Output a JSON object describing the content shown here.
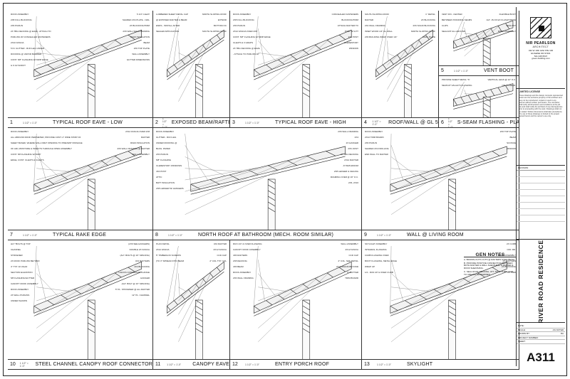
{
  "details": [
    {
      "num": "1",
      "scale": "1 1/2\" = 1'-0\"",
      "title": "TYPICAL ROOF EAVE - LOW",
      "notes": [
        "ROOF ASSEMBLY",
        "2X8 FULL BLOCKING",
        "2X6 PURLIN",
        "2X TBG DECKING @ EAVE - ATTACH TO",
        "PURLINS W/ CONCEALED FASTENERS",
        "2X10 FASCIA",
        "5 IN. GUTTER - RUN LEG UNDER",
        "ROOFING @ VAPOR BARRIER",
        "CONT. 5/8\" FLASHING W/ DRIP EDGE",
        "& 9 1/2 SOFFIT",
        "5 1/4\" CLEAT",
        "SHARED 2X4 PLATE - NAIL",
        "2X BLOCKING/TRIM",
        "2X6 WALL WALL FRAMING",
        "RIGID INSULATION",
        "BEAM",
        "2X6 TOP PLATE",
        "WALL ASSEMBLY",
        "GUTTER DIMENSIONS"
      ]
    },
    {
      "num": "2",
      "scale": "1 1/2\" = 1'-0\"",
      "title": "EXPOSED BEAM/RAFTER",
      "notes": [
        "LUMBERED SHEET METAL CAP",
        "@ EXPOSED RAFTER & BEAM",
        "ENDS - INSTALL AFTER",
        "SEALER APPLICATION",
        "NORTH SLOPING ROOF",
        "EXTEND",
        "BOTTOM OC",
        "SOUTH SLOPING ROOF"
      ]
    },
    {
      "num": "3",
      "scale": "1 1/2\" = 1'-0\"",
      "title": "TYPICAL ROOF EAVE - HIGH",
      "notes": [
        "ROOF ASSEMBLY",
        "2X8 FULL BLOCKING",
        "2X6 PURLIN",
        "2X12 FASCIA OVER 2X8",
        "CONT. 5/8\" FLASHING W/ DRIP EDGE",
        "CLEATS & 3 GRAPS",
        "2X TBG DECKING @ EAVE",
        "- ATTACH TO PURLINS W/",
        "CONCEALED FASTENERS",
        "BLOCKING/TRIM",
        "ATTACH RAFTER TO",
        "POST W/ HTT",
        "2X6 POST",
        "CLERESTORY",
        "WINDOW"
      ]
    },
    {
      "num": "4",
      "scale": "1 1/2\" = 1'-0\"",
      "title": "ROOF/WALL @ GL 5",
      "notes": [
        "SOUTH SLOPING ROOF",
        "RAFTER",
        "2X4 WALL FRAMING",
        "INSET WOOD 1/4\" GL WALL",
        "2X6 BUILDING WRAP OVER 1/4\"",
        "1\" DETAIL",
        "2X BLOCKING",
        "2X6 SOLID BLOCKING",
        "NORTH SLOPING ROOF",
        "WALL PLATE"
      ]
    },
    {
      "num": "5",
      "scale": "1 1/2\" = 1'-0\"",
      "title": "VENT BOOT",
      "notes": [
        "VENT FIN - CENTER",
        "BETWEEN STANDING SEAMS",
        "CLIPS",
        "SEALANT ALL AROUND",
        "FLEXIBLE BOOT",
        "ALT. JS OF EX FLASHTOPIKE",
        "SEALANT",
        "ROOF ASSEMBLY"
      ]
    },
    {
      "num": "6",
      "scale": "1 1/2\" = 1'-0\"",
      "title": "S-SEAM FLASHING - PLAN",
      "notes": [
        "PROVIDE SHEET METAL \"S\"",
        "SEAM AT VALLEYS FLASHING",
        "VERTICAL LEGS @ 12\" O.C.",
        "OR AS REQD."
      ]
    },
    {
      "num": "7",
      "scale": "1 1/2\" = 1'-0\"",
      "title": "TYPICAL RAKE EDGE",
      "notes": [
        "ROOF ASSEMBLY",
        "ALL ABOUND ROOF PERIMETER, PROVIDE CONT. 2\" WIDE STRIP OF",
        "SHEET BASED, WHERE WALL FRET OPENING TO PREVENT PASSAGE",
        "OF AIR, MOISTURE & INSECTS THROUGH OPEN ASSEMBLY.",
        "CONT. 5/8 FLASHING W/ DRIP",
        "EDGE, CONT. CLEATS & CLEATS",
        "2X12 FASCIA OVER 2X8",
        "RAFTER",
        "RIGID INSULATION",
        "2X6 WALL FRAMING @ RAFTER",
        "WALL ASSEMBLY"
      ]
    },
    {
      "num": "8",
      "scale": "1 1/2\" = 1'-0\"",
      "title": "NORTH ROOF AT BATHROOM (MECH. ROOM SIMILAR)",
      "notes": [
        "ROOF ASSEMBLY",
        "GUTTER - RUN LEG",
        "UNDER ROOFING @",
        "BLDG. PAPER",
        "2X6 PURLIN",
        "5/8\" FLASHING",
        "CLERESTORY WINDOWS",
        "4X4 POST",
        "ATTIC",
        "BATT INSULATION",
        "2X8 LEDGER W/ HANGERS",
        "2X6 WALL FRAMING",
        "2X4",
        "2X HANGER",
        "2X6 JOIST",
        "2X TBG DECKING",
        "2X12 RAFTER",
        "AT BATHROOM",
        "2X8 LEDGER & CEILING",
        "FRAMING OVER @ 16\" O.C.",
        "2X6, 2X16"
      ]
    },
    {
      "num": "9",
      "scale": "1 1/2\" = 1'-0\"",
      "title": "WALL @ LIVING ROOM",
      "notes": [
        "ROOF ASSEMBLY",
        "2X12 TRIM BOARD",
        "2X6 PURLIN",
        "SHARED 2X4 INFILLING",
        "END WALL TO RAFTER",
        "2X6 TOP PLATE",
        "BEAM",
        "SCONCE",
        "WINDOW"
      ]
    },
    {
      "num": "10",
      "scale": "1 1/2\" = 1'-0\"",
      "title": "STEEL CHANNEL CANOPY ROOF CONNECTOR",
      "notes": [
        "HLT \"BOLTS @ TOP",
        "CHANNEL",
        "STIFFENER",
        "2X ROOF PURLINS BEYOND",
        "4\" TYP. 10 VALID",
        "SECTION ELEVATION",
        "5/8 FLASHING/GUTTER",
        "CANOPY ROOF ASSEMBLY",
        "ROOF ASSEMBLY",
        "2X WALL PURLINS",
        "UNDER SHOWN",
        "(2X6 SEE HANGERS)",
        "DOUBLE 2X FASCIA",
        "(ALT. BOLTS @ 16\" SPACING)",
        "4X4 RAFTERS",
        "4X4 BLOCKING",
        "H-ECKS CONCEALED FLANGE",
        "HANGER",
        "(ALT. BOLT @ 16\" SPACING)",
        "5\" PL. STIFFENER @ ALL RAFTER",
        "12\" PL. CHANNEL"
      ]
    },
    {
      "num": "11",
      "scale": "1 1/2\" = 1'-0\"",
      "title": "CANOPY EAVE",
      "notes": [
        "PLAN DETAIL",
        "2X12 FASCIA",
        "5\" TIMBERLOK SCREWS",
        "(TO 3\" SPREAD INTO BEAM",
        "4X4 RAFTER",
        "2X12 FASCIA",
        "CCD CAP",
        "2\" COL TYP. COL"
      ]
    },
    {
      "num": "12",
      "scale": "1 1/2\" = 1'-0\"",
      "title": "ENTRY PORCH ROOF",
      "notes": [
        "RUN 1/4\" & OVER FLASHING",
        "CANOPY ROOF ASSEMBLY",
        "4X6 RAFTERS",
        "2X8 DECKING",
        "4X6 BEAM",
        "ROOF ASSEMBLY",
        "2X6 WALL FRAMING",
        "WALL ASSEMBLY",
        "2X12 FASCIA",
        "CCD CAP",
        "2\" COL. SEE DETAIL",
        "2X PURLINS BEYOND",
        "5\" GUTTER",
        "TRIM BOARD"
      ]
    },
    {
      "num": "13",
      "scale": "1 1/2\" = 1'-0\"",
      "title": "SKYLIGHT",
      "notes": [
        "SKYLIGHT ASSEMBLY",
        "INTEGRAL FLASHING",
        "CURB FLASHING OVER",
        "BOOT FLASHING, METAL EDGE",
        "WRAP UP",
        "1/4 - RUN UP & OVER CURB",
        "2X CURB",
        "OFF. RD.",
        "ROOF ASSEMBLY",
        "2X RAFTERS",
        "2X BLOCKING",
        "2X TRIM"
      ]
    }
  ],
  "gen_notes": {
    "title": "GEN NOTES",
    "items": [
      "A. BROWN-OUTS CUTS @ RAFTERS OVER BEAM.",
      "B. PROVIDE POSITIVE CONNECTION BETWEEN BOTH RAFTER & WALL SHEATHING & RAFTER & ROOF SHEATHING.",
      "C. SEAL ROOF DECKING, ATT. SO. & SUBFLOOR, TO CREATE AIR BARRIER."
    ]
  },
  "title_block": {
    "firm": "NIR PEARLSON",
    "firm_sub": "ARCHITECT",
    "address": [
      "432 W 10th AVE STE 100",
      "EUGENE OR 97401",
      "541.345.5547",
      "green-building.com"
    ],
    "license_title": "LIMITED LICENSE",
    "license_text": "These drawings and the design concepts represented herein are the exclusive property of the architect and may not be reproduced, copied or used in any manner without written permission. The contractor shall verify all dimensions and conditions at the job site and shall notify the architect of any discrepancies prior to proceeding with the work. Drawings shall not be scaled. Written dimensions shall take precedence. The use of these drawings is limited to the project named herein and the owner's use only.",
    "revision_label": "REVISION",
    "project_name": "RIVER ROAD RESIDENCE",
    "meta": [
      {
        "k": "DATE:",
        "v": ""
      },
      {
        "k": "SCALE:",
        "v": "AS NOTED"
      },
      {
        "k": "DRAWN BY:",
        "v": "RA"
      },
      {
        "k": "PROJECT NUMBER:",
        "v": ""
      },
      {
        "k": "SHEET:",
        "v": ""
      }
    ],
    "sheet_number": "A311"
  }
}
